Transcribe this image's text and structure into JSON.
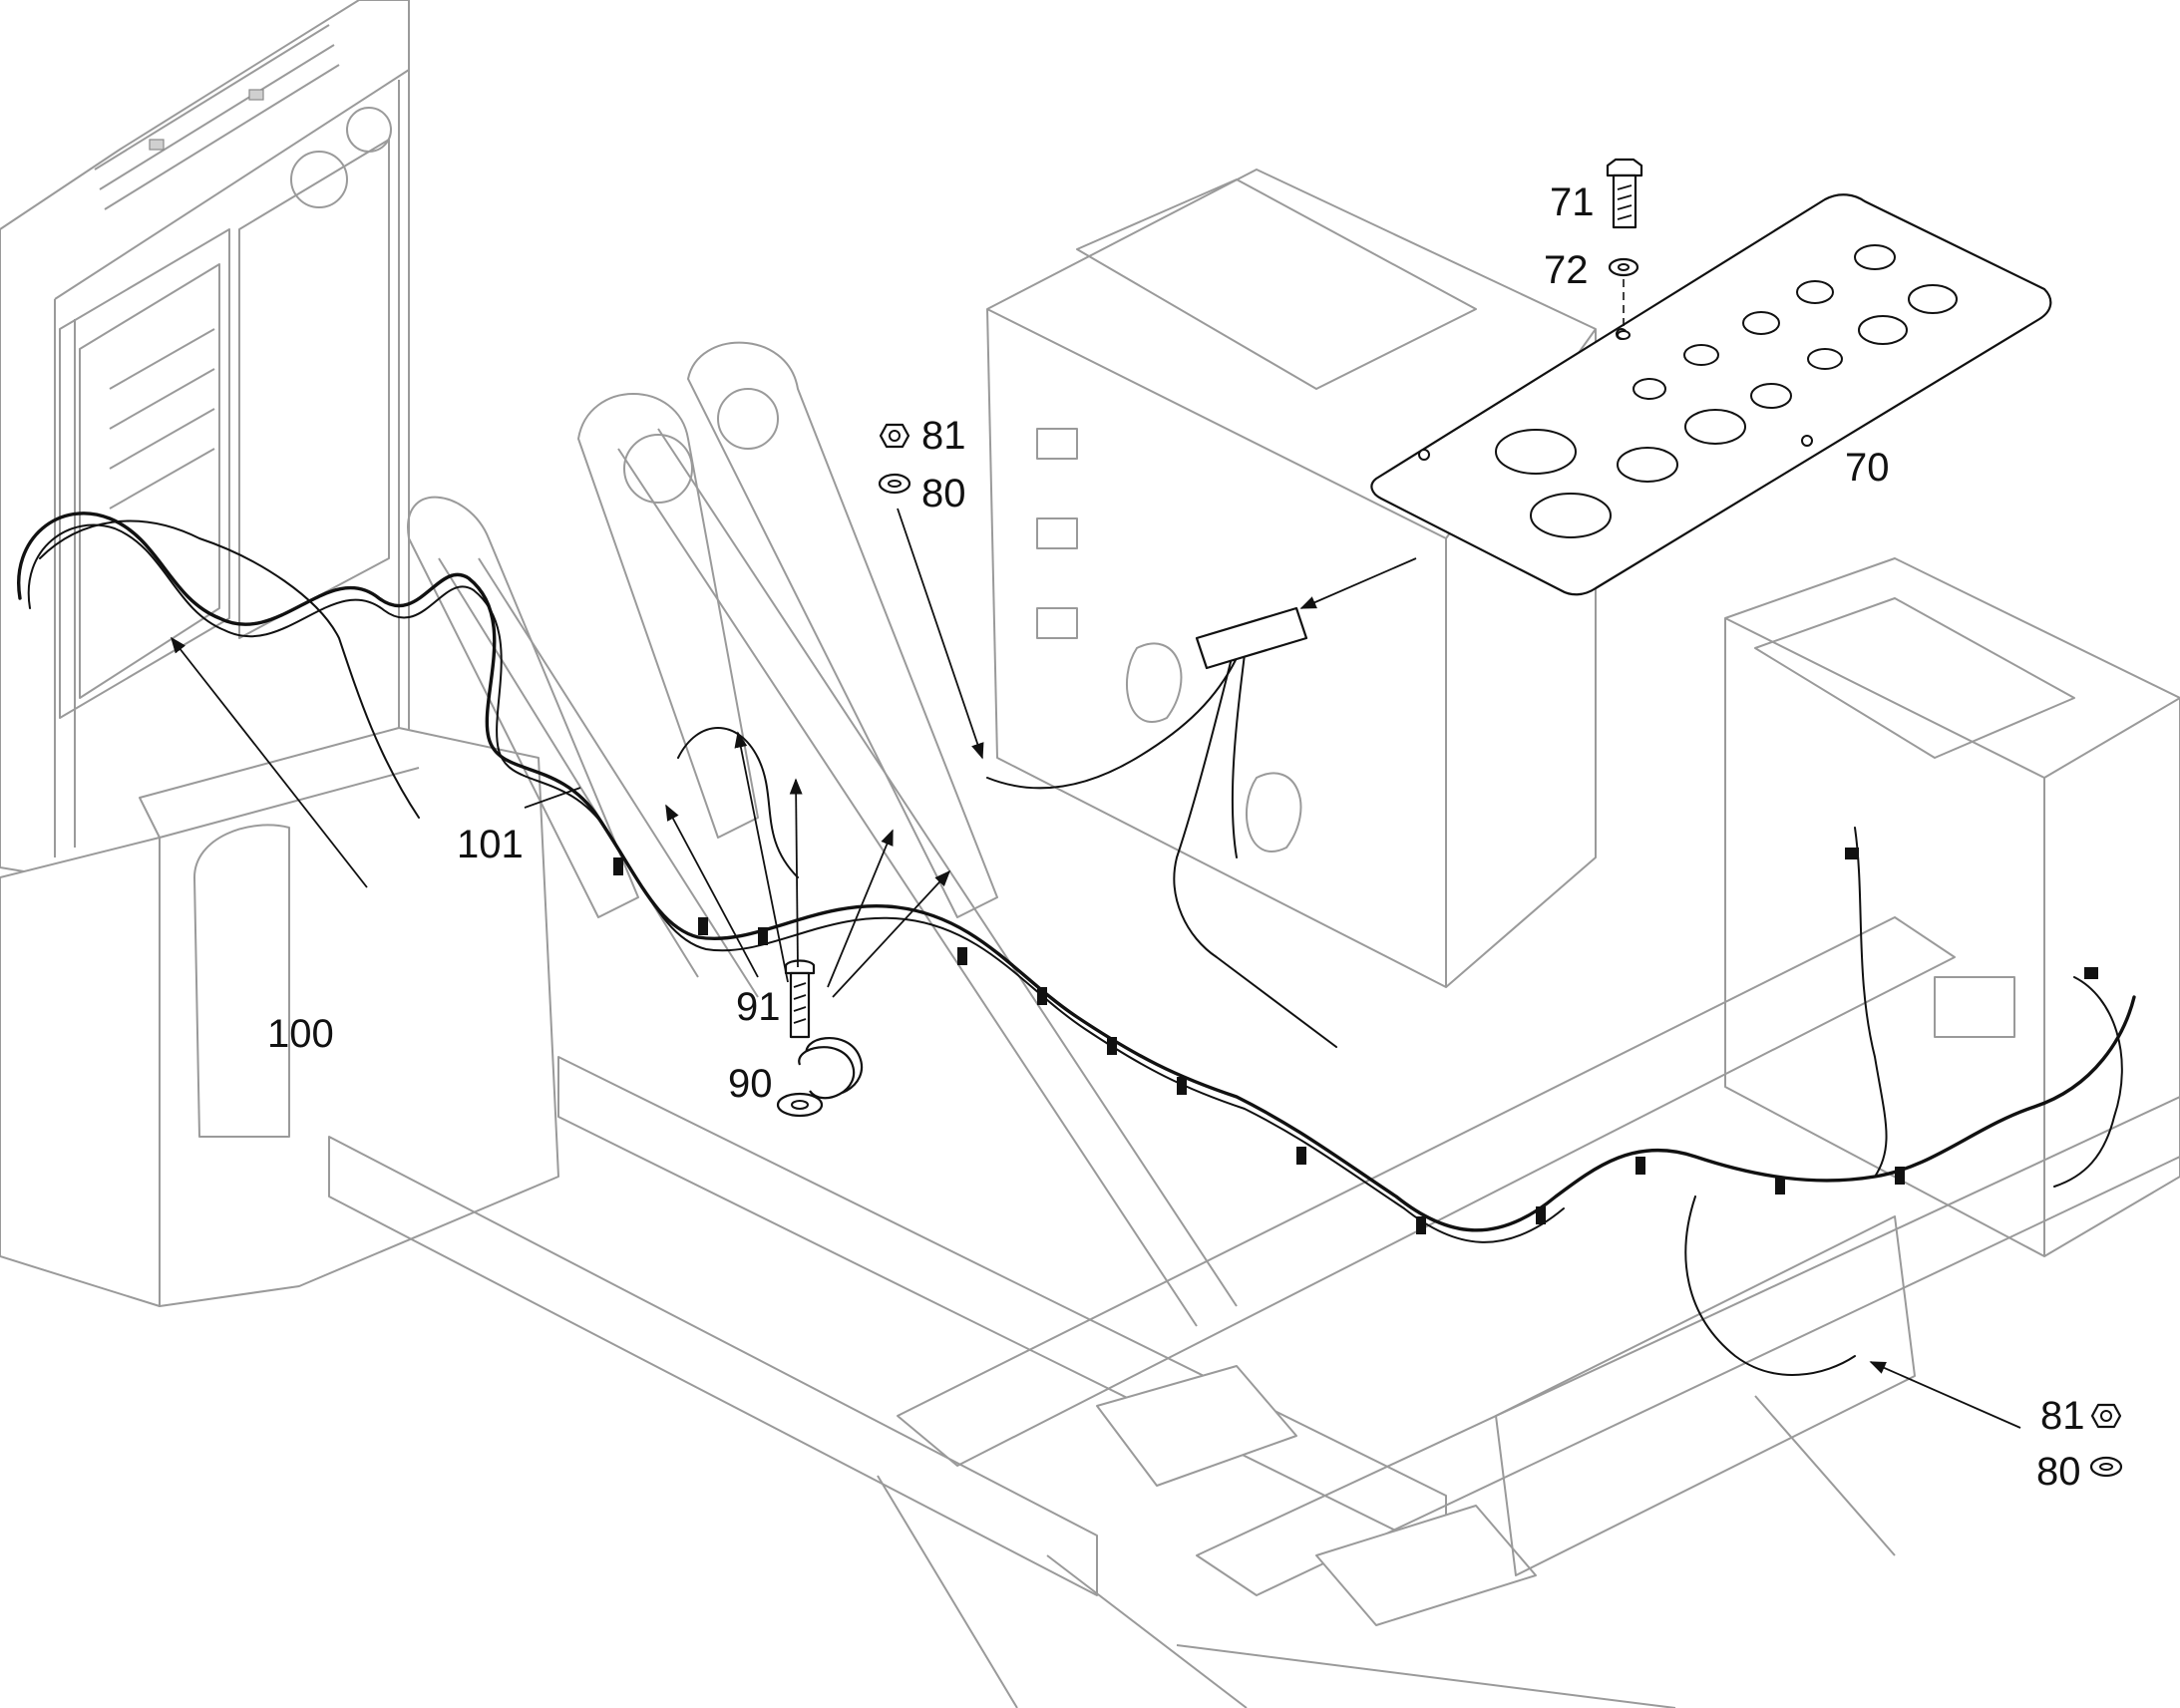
{
  "callouts": {
    "c70": "70",
    "c71": "71",
    "c72": "72",
    "c81_top": "81",
    "c80_top": "80",
    "c81_right": "81",
    "c80_right": "80",
    "c91": "91",
    "c90": "90",
    "c100": "100",
    "c101": "101"
  },
  "colors": {
    "line": "#111111",
    "background_frame": "#9a9a9a",
    "paper": "#ffffff"
  }
}
